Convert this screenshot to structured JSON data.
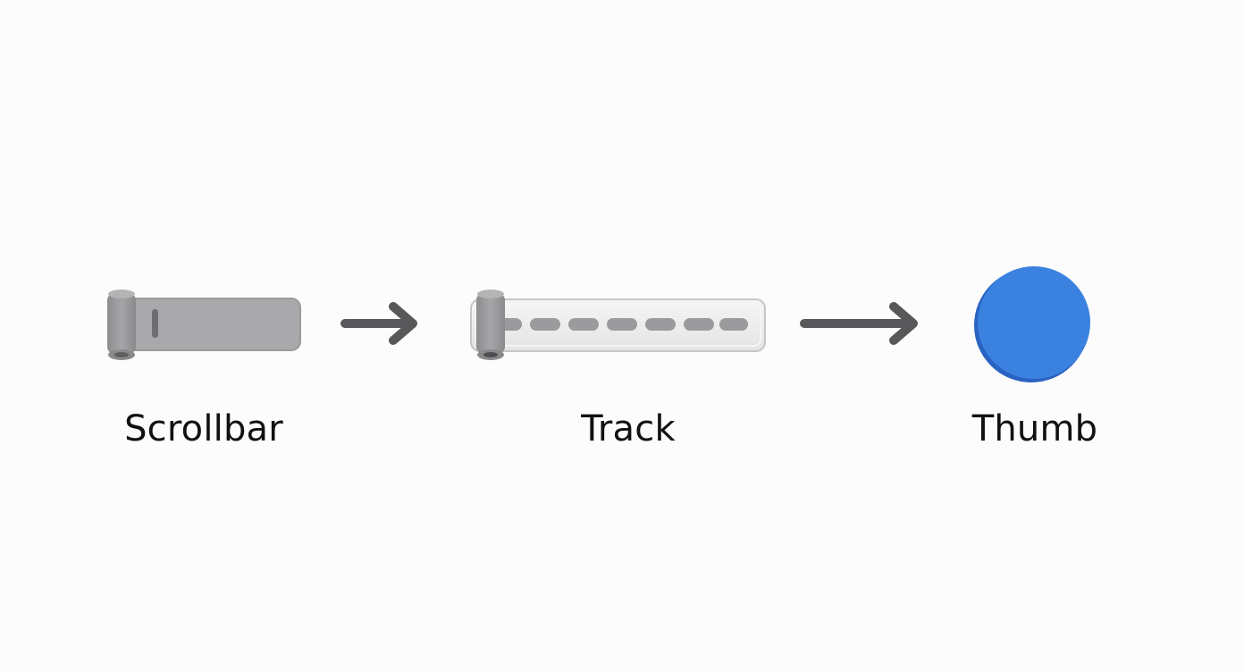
{
  "diagram": {
    "steps": [
      {
        "id": "scrollbar",
        "label": "Scrollbar",
        "icon": "scrollbar-icon"
      },
      {
        "id": "track",
        "label": "Track",
        "icon": "track-icon"
      },
      {
        "id": "thumb",
        "label": "Thumb",
        "icon": "thumb-icon"
      }
    ],
    "colors": {
      "background": "#fcfcfc",
      "scrollbar_body": "#a9a9ab",
      "scrollbar_roller": "#9a9a9c",
      "track_fill": "#ededee",
      "track_dashes": "#9b9b9d",
      "arrow": "#58585a",
      "thumb": "#3b82e0",
      "thumb_shade": "#2a63c2",
      "text": "#111111"
    }
  }
}
